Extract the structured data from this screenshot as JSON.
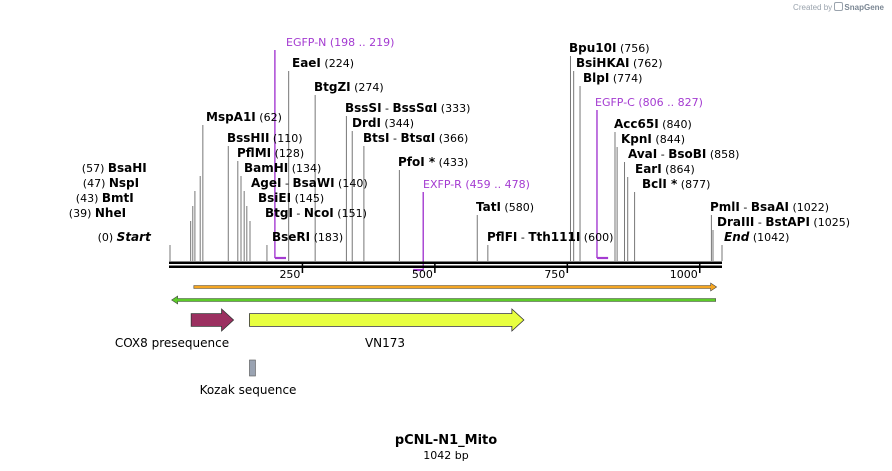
{
  "app": {
    "credit_prefix": "Created by",
    "credit_brand": "SnapGene"
  },
  "map": {
    "title": "pCNL-N1_Mito",
    "length_label": "1042 bp",
    "length_bp": 1042
  },
  "ruler": {
    "ticks": [
      {
        "pos": 250,
        "label": "250"
      },
      {
        "pos": 500,
        "label": "500"
      },
      {
        "pos": 750,
        "label": "750"
      },
      {
        "pos": 1000,
        "label": "1000"
      }
    ]
  },
  "sites": [
    {
      "name": "Start",
      "num": "(0)",
      "pos": 0,
      "italic": true
    },
    {
      "name": "NheI",
      "num": "(39)",
      "pos": 39
    },
    {
      "name": "BmtI",
      "num": "(43)",
      "pos": 43
    },
    {
      "name": "NspI",
      "num": "(47)",
      "pos": 47
    },
    {
      "name": "BsaHI",
      "num": "(57)",
      "pos": 57
    },
    {
      "name": "MspA1I",
      "num": "(62)",
      "pos": 62
    },
    {
      "name": "BssHII",
      "num": "(110)",
      "pos": 110
    },
    {
      "name": "PflMI",
      "num": "(128)",
      "pos": 128
    },
    {
      "name": "BamHI",
      "num": "(134)",
      "pos": 134
    },
    {
      "name": "AgeI",
      "name2": "BsaWI",
      "num": "(140)",
      "pos": 140
    },
    {
      "name": "BsiEI",
      "num": "(145)",
      "pos": 145
    },
    {
      "name": "BtgI",
      "name2": "NcoI",
      "num": "(151)",
      "pos": 151
    },
    {
      "name": "BseRI",
      "num": "(183)",
      "pos": 183
    },
    {
      "name": "EaeI",
      "num": "(224)",
      "pos": 224
    },
    {
      "name": "BtgZI",
      "num": "(274)",
      "pos": 274
    },
    {
      "name": "BssSI",
      "name2": "BssSαI",
      "num": "(333)",
      "pos": 333
    },
    {
      "name": "DrdI",
      "num": "(344)",
      "pos": 344
    },
    {
      "name": "BtsI",
      "name2": "BtsαI",
      "num": "(366)",
      "pos": 366
    },
    {
      "name": "PfoI *",
      "num": "(433)",
      "pos": 433
    },
    {
      "name": "TatI",
      "num": "(580)",
      "pos": 580
    },
    {
      "name": "PflFI",
      "name2": "Tth111I",
      "num": "(600)",
      "pos": 600
    },
    {
      "name": "Bpu10I",
      "num": "(756)",
      "pos": 756
    },
    {
      "name": "BsiHKAI",
      "num": "(762)",
      "pos": 762
    },
    {
      "name": "BlpI",
      "num": "(774)",
      "pos": 774
    },
    {
      "name": "Acc65I",
      "num": "(840)",
      "pos": 840
    },
    {
      "name": "KpnI",
      "num": "(844)",
      "pos": 844
    },
    {
      "name": "AvaI",
      "name2": "BsoBI",
      "num": "(858)",
      "pos": 858
    },
    {
      "name": "EarI",
      "num": "(864)",
      "pos": 864
    },
    {
      "name": "BclI *",
      "num": "(877)",
      "pos": 877
    },
    {
      "name": "PmlI",
      "name2": "BsaAI",
      "num": "(1022)",
      "pos": 1022
    },
    {
      "name": "DraIII",
      "name2": "BstAPI",
      "num": "(1025)",
      "pos": 1025
    },
    {
      "name": "End",
      "num": "(1042)",
      "pos": 1042,
      "italic": true
    }
  ],
  "primers": [
    {
      "name": "EGFP-N",
      "range": "(198 .. 219)",
      "start": 198,
      "end": 219,
      "direction": "forward"
    },
    {
      "name": "EXFP-R",
      "range": "(459 .. 478)",
      "start": 459,
      "end": 478,
      "direction": "reverse"
    },
    {
      "name": "EGFP-C",
      "range": "(806 .. 827)",
      "start": 806,
      "end": 827,
      "direction": "forward"
    }
  ],
  "features": [
    {
      "name": "COX8 presequence",
      "start": 40,
      "end": 120,
      "color": "#9b3060",
      "direction": "forward"
    },
    {
      "name": "VN173",
      "start": 150,
      "end": 668,
      "color": "#e8ff40",
      "direction": "forward"
    },
    {
      "name": "Kozak sequence",
      "start": 150,
      "end": 160,
      "color": "#9aa3b2",
      "direction": "none"
    }
  ],
  "orf_bars": [
    {
      "start": 45,
      "end": 1030,
      "color": "#f5a623",
      "direction": "forward"
    },
    {
      "start": 5,
      "end": 1030,
      "color": "#5ccc28",
      "direction": "reverse"
    }
  ]
}
